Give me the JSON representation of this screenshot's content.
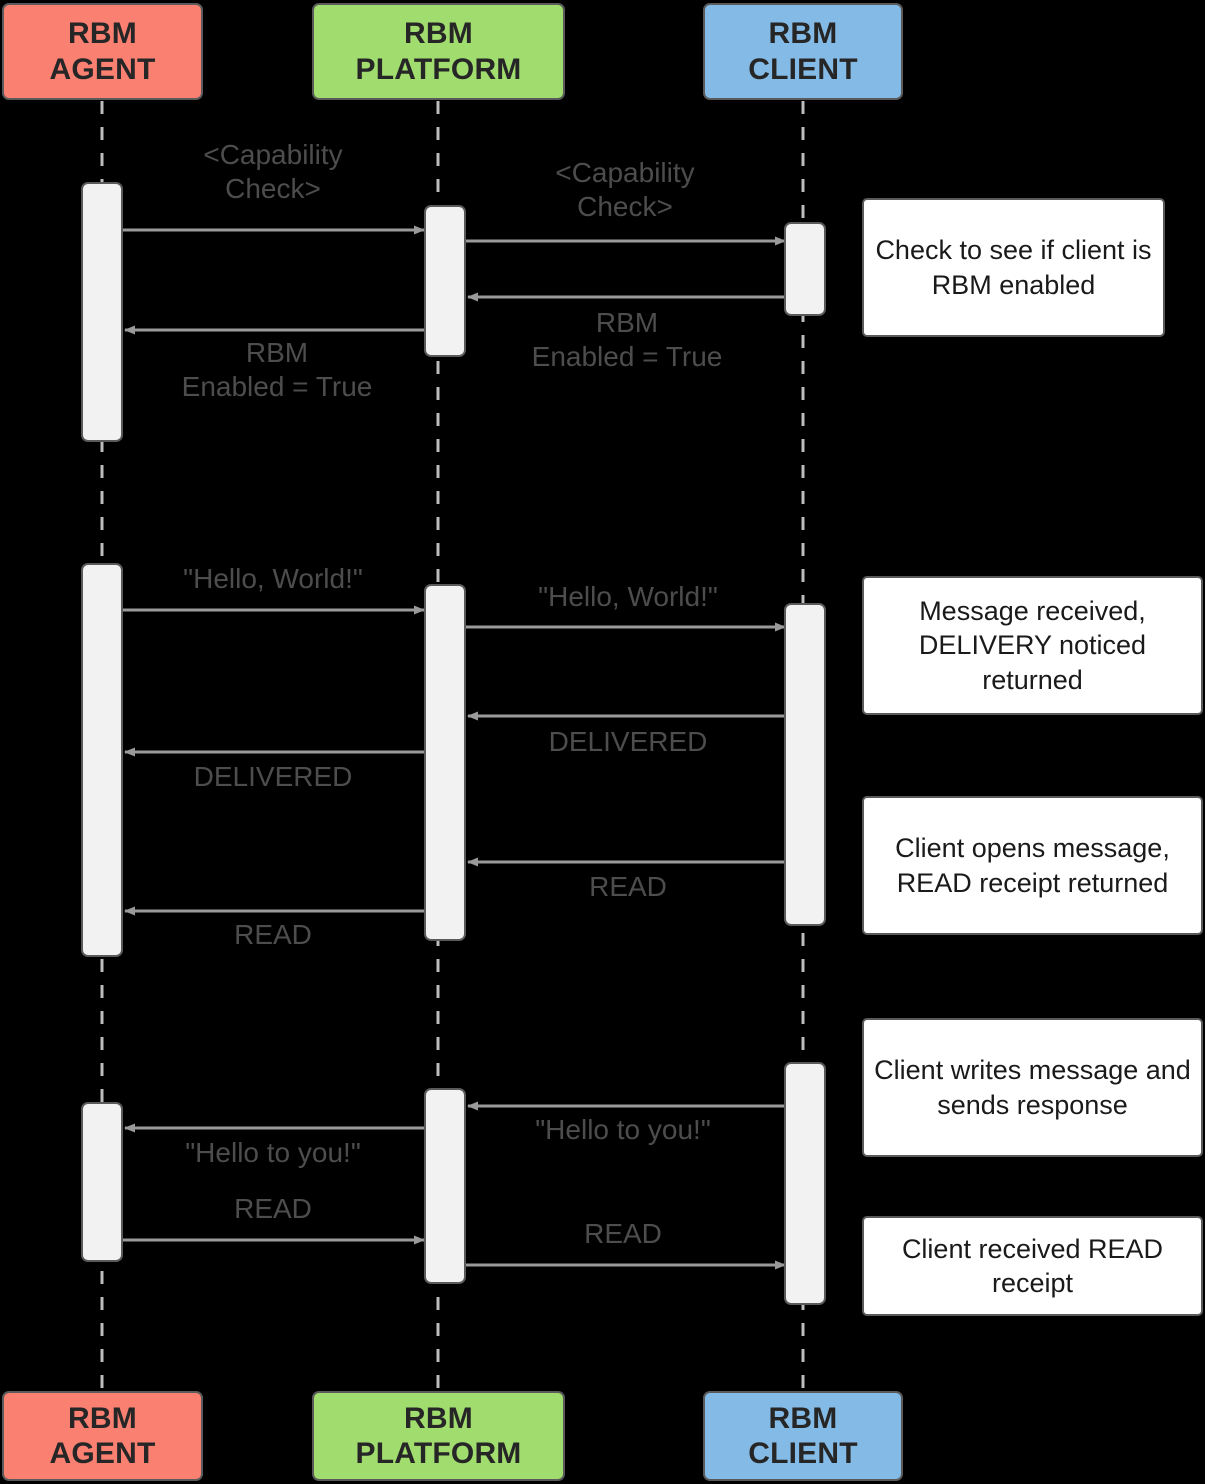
{
  "diagram": {
    "type": "sequence-diagram",
    "background": "#000000",
    "lifelines": [
      {
        "id": "agent",
        "title_line1": "RBM",
        "title_line2": "AGENT",
        "color": "#fa8072"
      },
      {
        "id": "platform",
        "title_line1": "RBM",
        "title_line2": "PLATFORM",
        "color": "#a0dc6e"
      },
      {
        "id": "client",
        "title_line1": "RBM",
        "title_line2": "CLIENT",
        "color": "#84bbe6"
      }
    ],
    "messages": [
      {
        "id": "m1",
        "label": "<Capability\nCheck>",
        "from": "agent",
        "to": "platform"
      },
      {
        "id": "m2",
        "label": "<Capability\nCheck>",
        "from": "platform",
        "to": "client"
      },
      {
        "id": "m3",
        "label": "RBM\nEnabled = True",
        "from": "client",
        "to": "platform"
      },
      {
        "id": "m4",
        "label": "RBM\nEnabled = True",
        "from": "platform",
        "to": "agent"
      },
      {
        "id": "m5",
        "label": "\"Hello, World!\"",
        "from": "agent",
        "to": "platform"
      },
      {
        "id": "m6",
        "label": "\"Hello, World!\"",
        "from": "platform",
        "to": "client"
      },
      {
        "id": "m7",
        "label": "DELIVERED",
        "from": "client",
        "to": "platform"
      },
      {
        "id": "m8",
        "label": "DELIVERED",
        "from": "platform",
        "to": "agent"
      },
      {
        "id": "m9",
        "label": "READ",
        "from": "client",
        "to": "platform"
      },
      {
        "id": "m10",
        "label": "READ",
        "from": "platform",
        "to": "agent"
      },
      {
        "id": "m11",
        "label": "\"Hello to you!\"",
        "from": "client",
        "to": "platform"
      },
      {
        "id": "m12",
        "label": "\"Hello to you!\"",
        "from": "platform",
        "to": "agent"
      },
      {
        "id": "m13",
        "label": "READ",
        "from": "agent",
        "to": "platform"
      },
      {
        "id": "m14",
        "label": "READ",
        "from": "platform",
        "to": "client"
      }
    ],
    "notes": [
      {
        "id": "n1",
        "text": "Check to see if client is RBM enabled"
      },
      {
        "id": "n2",
        "text": "Message received, DELIVERY noticed returned"
      },
      {
        "id": "n3",
        "text": "Client opens message, READ receipt returned"
      },
      {
        "id": "n4",
        "text": "Client writes message and sends response"
      },
      {
        "id": "n5",
        "text": "Client received READ receipt"
      }
    ]
  }
}
